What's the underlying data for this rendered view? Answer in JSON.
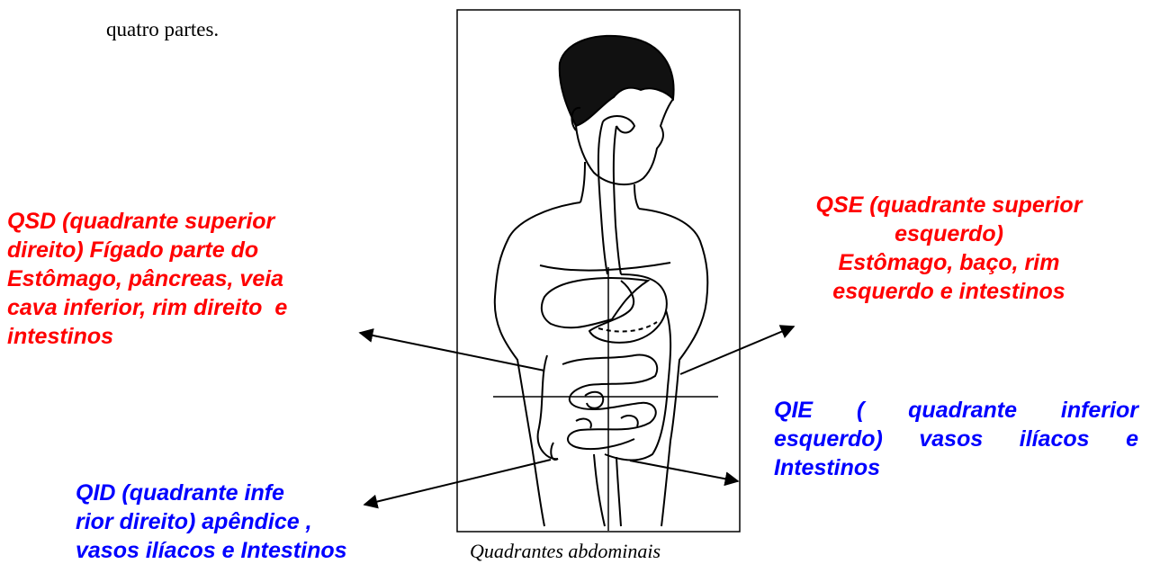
{
  "intro_text": "quatro partes.",
  "caption": "Quadrantes abdominais",
  "colors": {
    "red_label": "#ff0000",
    "blue_label": "#0000ff",
    "line": "#000000"
  },
  "labels": {
    "qsd": [
      "QSD (quadrante superior",
      "direito) Fígado parte do",
      "Estômago, pâncreas, veia",
      "cava inferior, rim direito  e",
      "intestinos"
    ],
    "qse": [
      "QSE (quadrante superior",
      "esquerdo)",
      "Estômago, baço, rim",
      "esquerdo e intestinos"
    ],
    "qie": [
      "QIE ( quadrante inferior esquerdo) vasos ilíacos e",
      "Intestinos"
    ],
    "qid": [
      "QID (quadrante infe",
      "rior direito) apêndice ,",
      "vasos ilíacos e Intestinos"
    ]
  }
}
